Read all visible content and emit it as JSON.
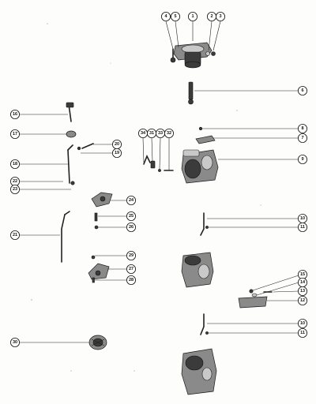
{
  "callouts": [
    {
      "num": "4"
    },
    {
      "num": "5"
    },
    {
      "num": "1"
    },
    {
      "num": "2"
    },
    {
      "num": "3"
    },
    {
      "num": "6"
    },
    {
      "num": "16"
    },
    {
      "num": "17"
    },
    {
      "num": "34"
    },
    {
      "num": "31"
    },
    {
      "num": "33"
    },
    {
      "num": "32"
    },
    {
      "num": "8"
    },
    {
      "num": "7"
    },
    {
      "num": "20"
    },
    {
      "num": "19"
    },
    {
      "num": "9"
    },
    {
      "num": "18"
    },
    {
      "num": "22"
    },
    {
      "num": "23"
    },
    {
      "num": "24"
    },
    {
      "num": "25"
    },
    {
      "num": "26"
    },
    {
      "num": "21"
    },
    {
      "num": "10"
    },
    {
      "num": "11"
    },
    {
      "num": "29"
    },
    {
      "num": "27"
    },
    {
      "num": "28"
    },
    {
      "num": "15"
    },
    {
      "num": "14"
    },
    {
      "num": "13"
    },
    {
      "num": "12"
    },
    {
      "num": "30"
    },
    {
      "num": "10"
    },
    {
      "num": "11"
    }
  ]
}
